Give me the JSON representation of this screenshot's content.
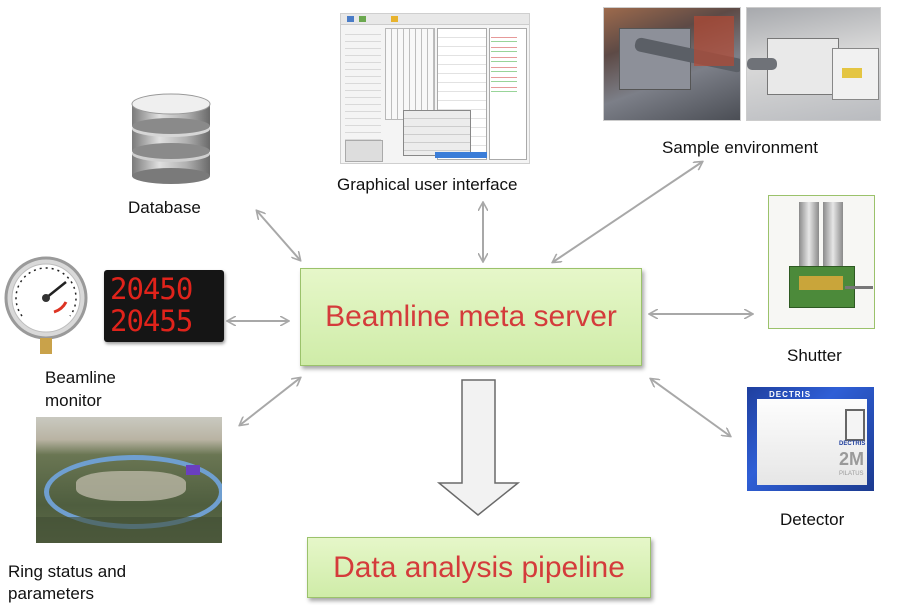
{
  "center": {
    "title": "Beamline meta server"
  },
  "pipeline": {
    "title": "Data analysis pipeline"
  },
  "labels": {
    "gui": "Graphical user interface",
    "database": "Database",
    "sample_env": "Sample environment",
    "shutter": "Shutter",
    "detector": "Detector",
    "monitor_line1": "Beamline",
    "monitor_line2": "monitor",
    "ring_line1": "Ring status and",
    "ring_line2": "parameters"
  },
  "display": {
    "line1": "20450",
    "line2": "20455"
  },
  "detector_brand": {
    "brand": "DECTRIS",
    "model": "2M",
    "sub": "PILATUS"
  },
  "colors": {
    "box_fill": "#d8f1b5",
    "box_text": "#d43b3b",
    "arrow": "#a8a8a8"
  }
}
